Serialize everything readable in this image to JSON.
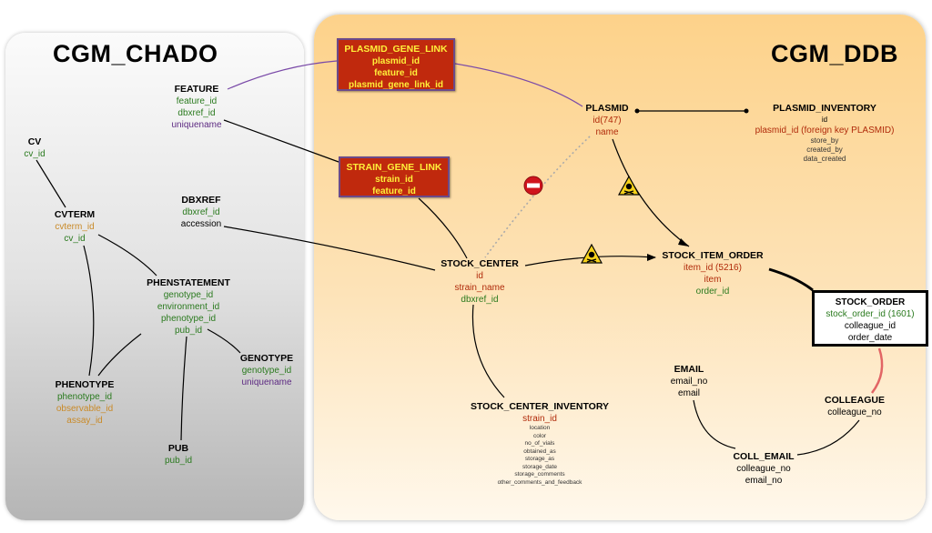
{
  "titles": {
    "left": "CGM_CHADO",
    "right": "CGM_DDB"
  },
  "chado": {
    "feature": {
      "name": "FEATURE",
      "fields": [
        "feature_id",
        "dbxref_id",
        "uniquename"
      ]
    },
    "cv": {
      "name": "CV",
      "fields": [
        "cv_id"
      ]
    },
    "dbxref": {
      "name": "DBXREF",
      "fields": [
        "dbxref_id",
        "accession"
      ]
    },
    "cvterm": {
      "name": "CVTERM",
      "fields": [
        "cvterm_id",
        "cv_id"
      ]
    },
    "phenstatement": {
      "name": "PHENSTATEMENT",
      "fields": [
        "genotype_id",
        "environment_id",
        "phenotype_id",
        "pub_id"
      ]
    },
    "genotype": {
      "name": "GENOTYPE",
      "fields": [
        "genotype_id",
        "uniquename"
      ]
    },
    "phenotype": {
      "name": "PHENOTYPE",
      "fields": [
        "phenotype_id",
        "observable_id",
        "assay_id"
      ]
    },
    "pub": {
      "name": "PUB",
      "fields": [
        "pub_id"
      ]
    }
  },
  "ddb": {
    "plasmid_gene_link": {
      "name": "PLASMID_GENE_LINK",
      "fields": [
        "plasmid_id",
        "feature_id",
        "plasmid_gene_link_id"
      ]
    },
    "strain_gene_link": {
      "name": "STRAIN_GENE_LINK",
      "fields": [
        "strain_id",
        "feature_id"
      ]
    },
    "plasmid": {
      "name": "PLASMID",
      "fields": [
        "id(747)",
        "name"
      ]
    },
    "plasmid_inventory": {
      "name": "PLASMID_INVENTORY",
      "fields": [
        "id",
        "plasmid_id (foreign key PLASMID)",
        "store_by",
        "created_by",
        "data_created"
      ]
    },
    "stock_center": {
      "name": "STOCK_CENTER",
      "fields": [
        "id",
        "strain_name",
        "dbxref_id"
      ]
    },
    "stock_item_order": {
      "name": "STOCK_ITEM_ORDER",
      "fields": [
        "item_id (5216)",
        "item",
        "order_id"
      ]
    },
    "stock_order": {
      "name": "STOCK_ORDER",
      "fields": [
        "stock_order_id (1601)",
        "colleague_id",
        "order_date"
      ]
    },
    "email": {
      "name": "EMAIL",
      "fields": [
        "email_no",
        "email"
      ]
    },
    "colleague": {
      "name": "COLLEAGUE",
      "fields": [
        "colleague_no"
      ]
    },
    "coll_email": {
      "name": "COLL_EMAIL",
      "fields": [
        "colleague_no",
        "email_no"
      ]
    },
    "stock_center_inventory": {
      "name": "STOCK_CENTER_INVENTORY",
      "fields": [
        "strain_id",
        "location",
        "color",
        "no_of_vials",
        "obtained_as",
        "storage_as",
        "storage_date",
        "storage_comments",
        "other_comments_and_feedback"
      ]
    }
  },
  "colors": {
    "green": "#2a7a1e",
    "orange": "#c98a28",
    "purple": "#5d2a82",
    "red": "#b02a0a",
    "box_red": "#c0290d",
    "box_text": "#ffef3a"
  },
  "icons": [
    "no-entry-icon",
    "toxic-warning-icon"
  ]
}
